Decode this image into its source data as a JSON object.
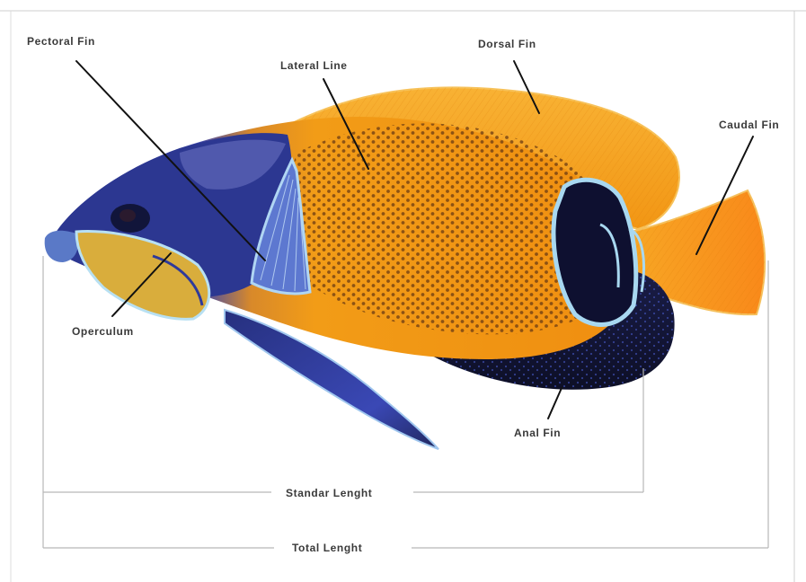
{
  "labels": {
    "pectoral_fin": "Pectoral Fin",
    "lateral_line": "Lateral Line",
    "dorsal_fin": "Dorsal Fin",
    "caudal_fin": "Caudal Fin",
    "operculum": "Operculum",
    "anal_fin": "Anal Fin",
    "standard_length": "Standar Lenght",
    "total_length": "Total Lenght"
  },
  "colors": {
    "body_orange": "#f39a12",
    "fin_orange": "#f7a319",
    "head_blue": "#2f3a9a",
    "dark_navy": "#121433",
    "stripe_light_blue": "#a8d8f0",
    "operculum_yellow": "#e0b43a",
    "spot_brown": "#6b3a12"
  }
}
